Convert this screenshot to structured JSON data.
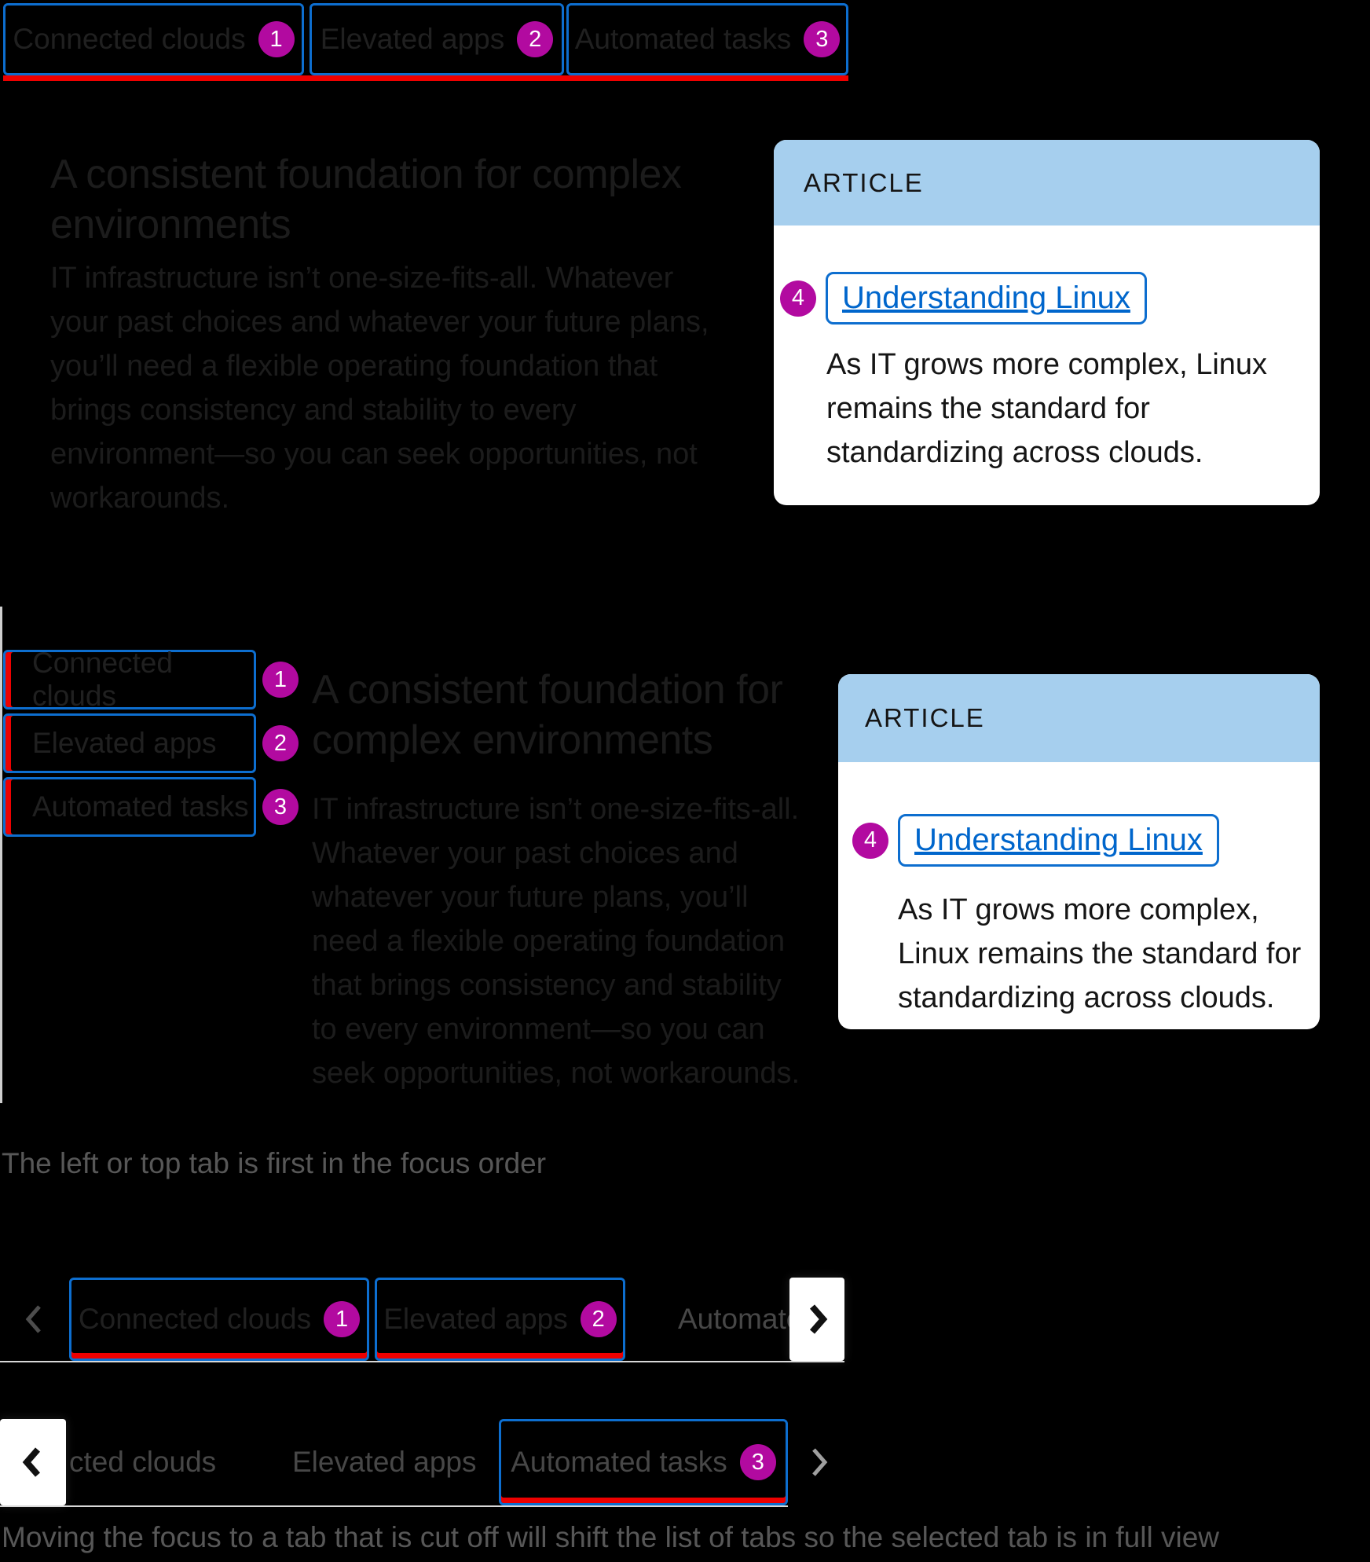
{
  "colors": {
    "focus": "#0d6ecf",
    "red": "#ee0000",
    "badge": "#b20aa0",
    "link": "#0066cc",
    "card_header": "#a6cfee",
    "text": "#1c1c1c",
    "tab_text": "#202020",
    "cut_text": "#474747",
    "caption": "#575757",
    "divider": "#cfcfcf",
    "row_border": "#d8d8d8"
  },
  "horizontal_example": {
    "tabs": [
      {
        "label": "Connected clouds",
        "badge": "1"
      },
      {
        "label": "Elevated apps",
        "badge": "2"
      },
      {
        "label": "Automated tasks",
        "badge": "3"
      }
    ],
    "heading_lines": [
      "A consistent foundation for complex",
      "environments"
    ],
    "body_lines": [
      "IT infrastructure isn’t one-size-fits-all. Whatever",
      "your past choices and whatever your future plans,",
      "you’ll need a flexible operating foundation that",
      "brings consistency and stability to every",
      "environment—so you can seek opportunities, not",
      "workarounds."
    ],
    "article": {
      "header": "ARTICLE",
      "badge": "4",
      "link_label": "Understanding Linux",
      "body_lines": [
        "As IT grows more complex, Linux",
        "remains the standard for",
        "standardizing across clouds."
      ]
    }
  },
  "vertical_example": {
    "tabs": [
      {
        "label": "Connected clouds",
        "badge": "1"
      },
      {
        "label": "Elevated apps",
        "badge": "2"
      },
      {
        "label": "Automated tasks",
        "badge": "3"
      }
    ],
    "heading_lines": [
      "A consistent foundation for",
      "complex environments"
    ],
    "body_lines": [
      "IT infrastructure isn’t one-size-fits-all.",
      "Whatever your past choices and",
      "whatever your future plans, you’ll",
      "need a flexible operating foundation",
      "that brings consistency and stability",
      "to every environment—so you can",
      "seek opportunities, not workarounds."
    ],
    "article": {
      "header": "ARTICLE",
      "badge": "4",
      "link_label": "Understanding Linux",
      "body_lines": [
        "As IT grows more complex,",
        "Linux remains the standard for",
        "standardizing across clouds."
      ]
    },
    "caption": "The left or top tab is first in the focus order"
  },
  "overflow_example": {
    "row1": {
      "tabs": [
        {
          "label": "Connected clouds",
          "badge": "1"
        },
        {
          "label": "Elevated apps",
          "badge": "2"
        }
      ],
      "cut_tab_label": "Automate"
    },
    "row2": {
      "cut_tab_label": "cted clouds",
      "plain_tab_label": "Elevated apps",
      "focused_tab": {
        "label": "Automated tasks",
        "badge": "3"
      }
    },
    "caption": "Moving the focus to a tab that is cut off will shift the list of tabs so the selected tab is in full view"
  }
}
